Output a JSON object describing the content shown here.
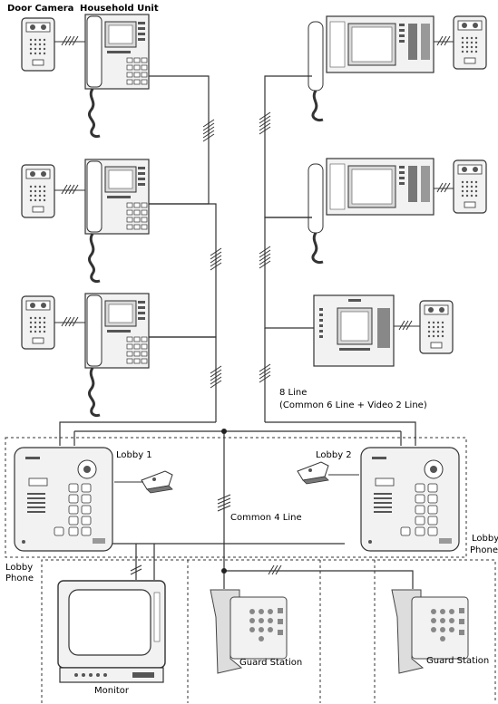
{
  "labels": {
    "door_camera": "Door Camera",
    "household_unit": "Household Unit",
    "line_8": "8 Line",
    "line_8_detail": "(Common 6 Line + Video 2 Line)",
    "lobby_1": "Lobby 1",
    "lobby_2": "Lobby 2",
    "common_4_line": "Common 4 Line",
    "lobby_phone_left": "Lobby Phone",
    "lobby_phone_right_1": "Lobby",
    "lobby_phone_right_2": "Phone",
    "monitor": "Monitor",
    "guard_station_1": "Guard Station",
    "guard_station_2": "Guard Station"
  },
  "colors": {
    "line": "#333333",
    "device_fill": "#f2f2f2",
    "device_dark": "#555555",
    "screen": "#d9d9d9"
  }
}
